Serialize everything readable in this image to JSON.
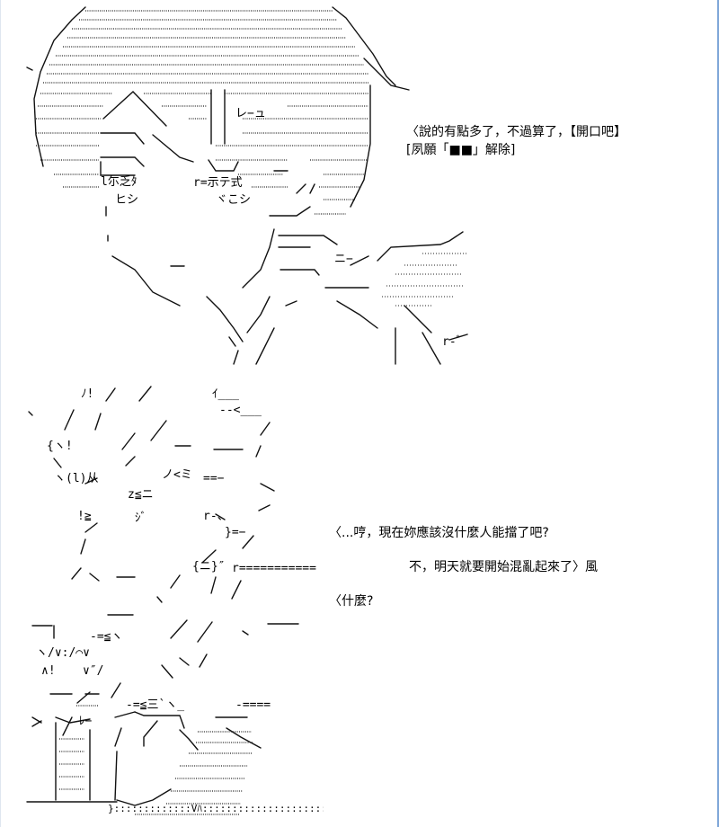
{
  "panels": {
    "top": {
      "dialogue": [
        "〈說的有點多了，不過算了，【開口吧】",
        "[夙願「■■」解除]"
      ],
      "art_text": [
        "レ−ュ",
        "l尓乏ﾀ",
        "r=示テ式",
        "ヒシ",
        "ヾこシ",
        "ニ−",
        "r-ﾞ"
      ]
    },
    "bottom": {
      "dialogue": [
        "〈...哼，現在妳應該沒什麼人能擋了吧?",
        "不，明天就要開始混亂起來了〉風",
        "〈什麼?"
      ],
      "art_text": [
        "ﾉ!",
        "ｲ___",
        "--<___",
        "{ヽ!",
        "ノ<ミ",
        "==−",
        "ヽ(l)从",
        "z≦ニ",
        "!≧",
        "ｼﾞ",
        "r-、",
        "}=−",
        "{ニ}″",
        "r===========",
        "-=≦ヽ",
        "ヽ/∨:/⌒∨",
        "∧!",
        "∨″/",
        "-=≦三`ヽ_",
        "-====",
        "ﾚ−",
        "}:::::::::::::Vﾊ:::::::::::::::::::::"
      ]
    }
  }
}
